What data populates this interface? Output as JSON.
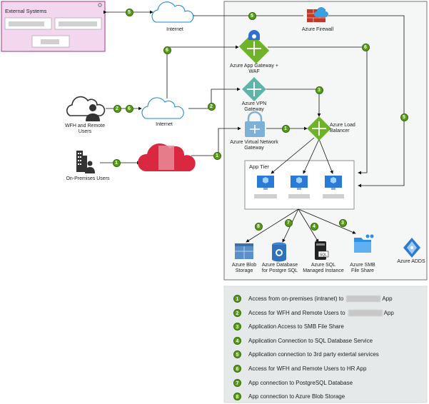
{
  "external_systems": {
    "title": "External Systems"
  },
  "nodes": {
    "internet_top": "Internet",
    "internet_mid": "Internet",
    "azure_firewall": "Azure Firewall",
    "app_gateway": "Azure App Gateway + WAF",
    "vpn_gateway": "Azure VPN Gateway",
    "vnet_gateway": "Azure Virtual Network Gateway",
    "load_balancer": "Azure Load Balancer",
    "wfh_users": "WFH and Remote Users",
    "onprem_users": "On-Premises Users",
    "app_tier": "App Tier",
    "blob_storage": "Azure Blob Storage",
    "postgres": "Azure Database for Postgre SQL",
    "sql_mi": "Azure SQL Managed Instance",
    "smb_share": "Azure SMB File Share",
    "adds": "Azure ADDS"
  },
  "legend": [
    {
      "num": "1",
      "pre": "Access from on-premises (intranet) to",
      "post": "App",
      "blurred": true
    },
    {
      "num": "2",
      "pre": "Access for WFH and Remote Users to",
      "post": "App",
      "blurred": true
    },
    {
      "num": "3",
      "pre": "Application Access to SMB File Share",
      "post": "",
      "blurred": false
    },
    {
      "num": "4",
      "pre": "Application Connection to SQL Database Service",
      "post": "",
      "blurred": false
    },
    {
      "num": "5",
      "pre": "Application connection to 3rd party extertal services",
      "post": "",
      "blurred": false
    },
    {
      "num": "6",
      "pre": "Access for WFH and Remote Users to HR App",
      "post": "",
      "blurred": false
    },
    {
      "num": "7",
      "pre": "App connection to PostgreSQL Database",
      "post": "",
      "blurred": false
    },
    {
      "num": "8",
      "pre": "App connection to Azure Blob Storage",
      "post": "",
      "blurred": false
    }
  ],
  "badges": [
    "1",
    "2",
    "3",
    "4",
    "5",
    "6",
    "7",
    "8"
  ],
  "colors": {
    "badge": "#5a9a1a",
    "external_bg": "#f2d7ee",
    "external_border": "#9b3a8c",
    "azure_area": "#f5f6f6",
    "legend_bg": "#e5e9ea",
    "onprem_cloud": "#d9283f",
    "azure_blue": "#1f8bd8"
  }
}
